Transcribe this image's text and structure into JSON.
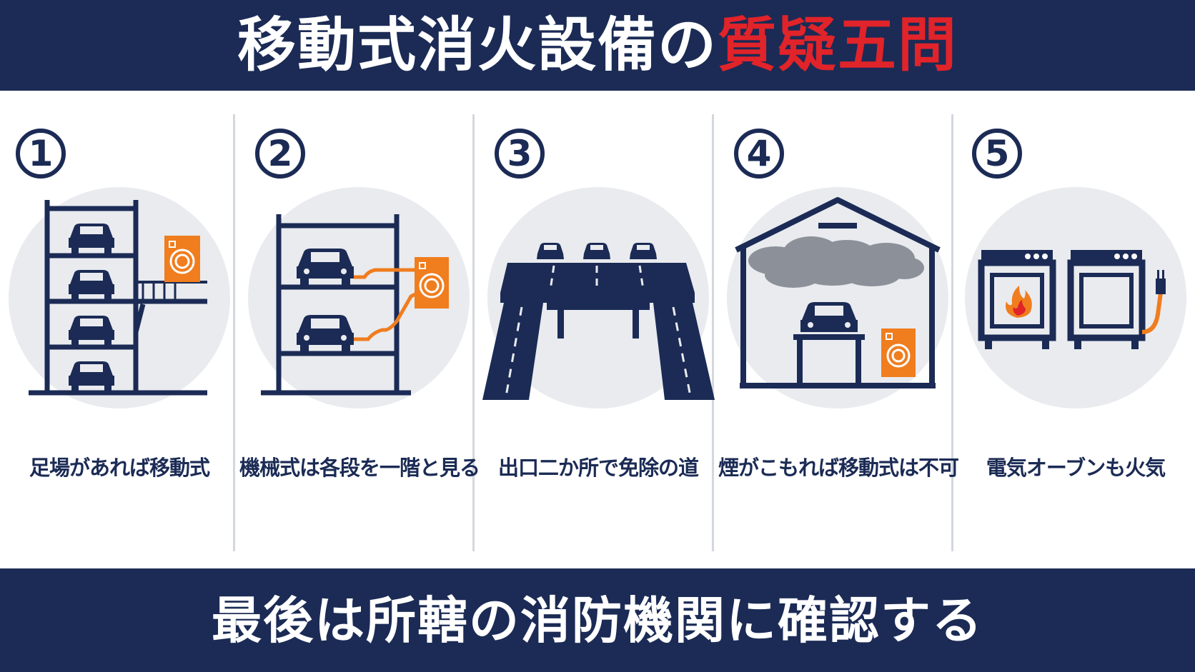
{
  "header": {
    "title_main": "移動式消火設備の",
    "title_accent": "質疑五問"
  },
  "colors": {
    "navy": "#1b2b55",
    "accent_red": "#e1232a",
    "orange": "#f07d1e",
    "circle_bg": "#e9ebef",
    "divider": "#d3d7de"
  },
  "panels": [
    {
      "number": "1",
      "caption": "足場があれば移動式",
      "icon": "multi-story-parking-with-hose-cabinet"
    },
    {
      "number": "2",
      "caption": "機械式は各段を一階と見る",
      "icon": "mechanical-parking-with-hose-lines"
    },
    {
      "number": "3",
      "caption": "出口二か所で免除の道",
      "icon": "elevated-road-with-two-exits"
    },
    {
      "number": "4",
      "caption": "煙がこもれば移動式は不可",
      "icon": "smoky-garage-with-hose-cabinet"
    },
    {
      "number": "5",
      "caption": "電気オーブンも火気",
      "icon": "ovens-fire-and-electric-plug"
    }
  ],
  "footer": {
    "text": "最後は所轄の消防機関に確認する"
  }
}
